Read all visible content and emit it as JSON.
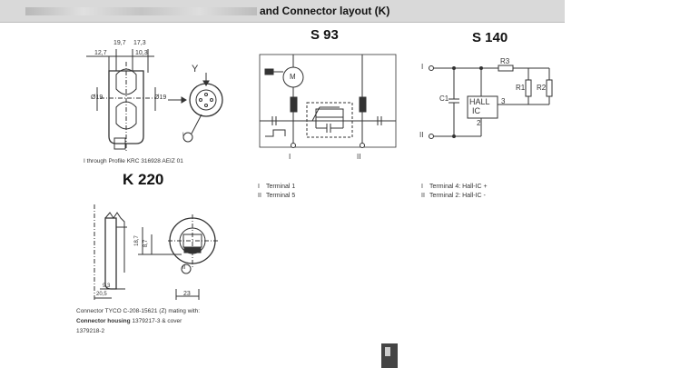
{
  "header": {
    "title": "and Connector layout (K)"
  },
  "k220": {
    "title": "K 220",
    "footnote": "I   through Profile KRC 316928 AEIZ 01",
    "dims": {
      "d1": "19,7",
      "d2": "17,3",
      "d3": "12,7",
      "d4": "10,3",
      "d5": "Ø19",
      "d6": "Ø19"
    },
    "y_label": "Y",
    "roman": "I"
  },
  "s93": {
    "title": "S 93",
    "motor": "M",
    "terminal_1_mark": "I",
    "terminal_2_mark": "II",
    "legend": [
      {
        "mark": "I",
        "text": "Terminal 1"
      },
      {
        "mark": "II",
        "text": "Terminal 5"
      }
    ]
  },
  "s140": {
    "title": "S 140",
    "hall": "HALL",
    "ic": "IC",
    "pin3": "3",
    "pin2": "2",
    "r1": "R1",
    "r2": "R2",
    "r3": "R3",
    "c1": "C1",
    "terminal_1_mark": "I",
    "terminal_2_mark": "II",
    "legend": [
      {
        "mark": "I",
        "text": "Terminal 4: Hall-IC +"
      },
      {
        "mark": "II",
        "text": "Terminal 2: Hall-IC -"
      }
    ]
  },
  "connector": {
    "dims": {
      "d1": "18,7",
      "d2": "8,7",
      "d3": "9,3",
      "d4": "20,5",
      "d5": "23"
    },
    "roman": "II",
    "note_line1": "Connector TYCO C-208-15621 (Z) mating with:",
    "note_line2_bold": "Connector housing",
    "note_line2_rest": " 1379217-3  &  cover",
    "note_line3": "1379218-2"
  }
}
